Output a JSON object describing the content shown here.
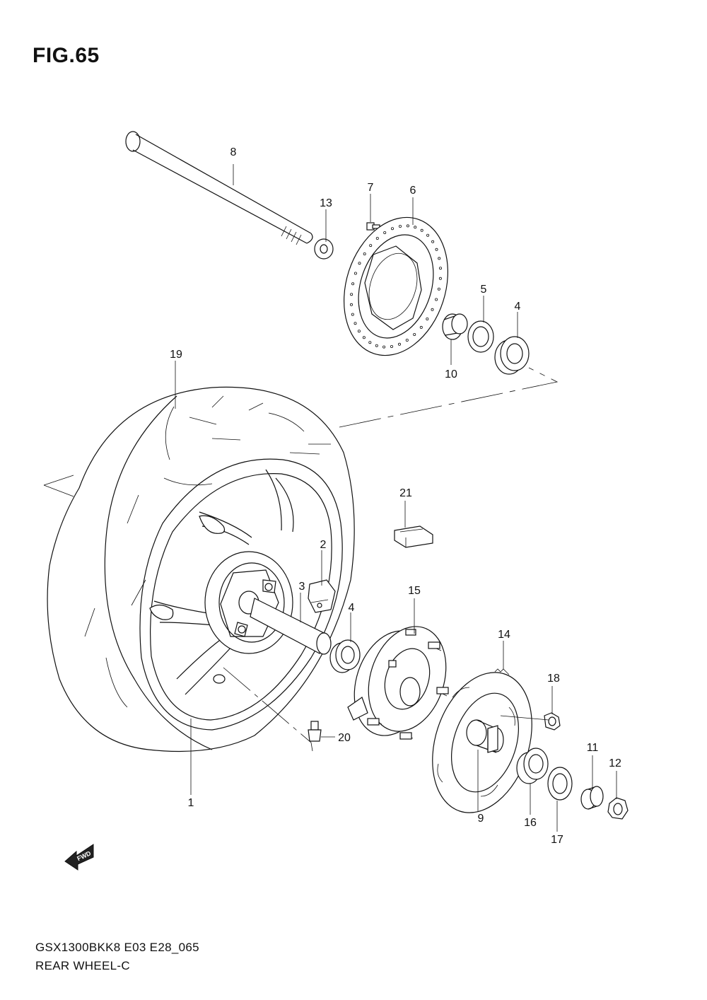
{
  "figure": {
    "title": "FIG.65",
    "model_code": "GSX1300BKK8  E03  E28_065",
    "section_name": "REAR WHEEL-C"
  },
  "fwd_label": "FWD",
  "callouts": [
    "1",
    "2",
    "3",
    "4",
    "4",
    "5",
    "6",
    "7",
    "8",
    "9",
    "10",
    "11",
    "12",
    "13",
    "14",
    "15",
    "16",
    "17",
    "18",
    "19",
    "20",
    "21"
  ],
  "colors": {
    "ink": "#111111",
    "paper": "#ffffff"
  }
}
